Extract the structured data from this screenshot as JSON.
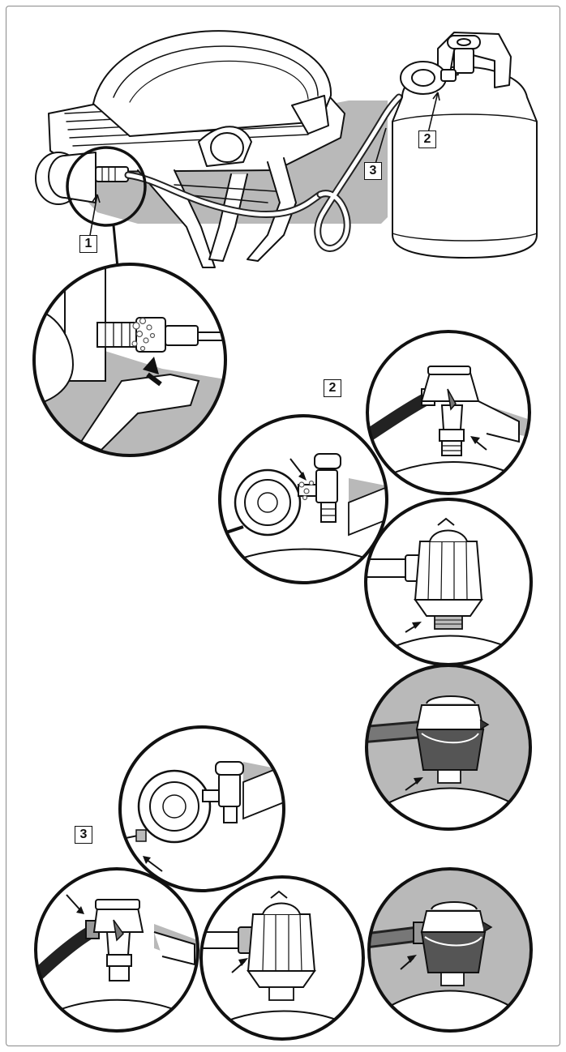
{
  "callouts": {
    "c1": "1",
    "c2": "2",
    "c3": "3",
    "section2": "2",
    "section3": "3"
  },
  "colors": {
    "line": "#111111",
    "shade": "#b8b8b8",
    "dark_shade": "#6d6d6d",
    "hose": "#333333",
    "fill": "#ffffff"
  }
}
